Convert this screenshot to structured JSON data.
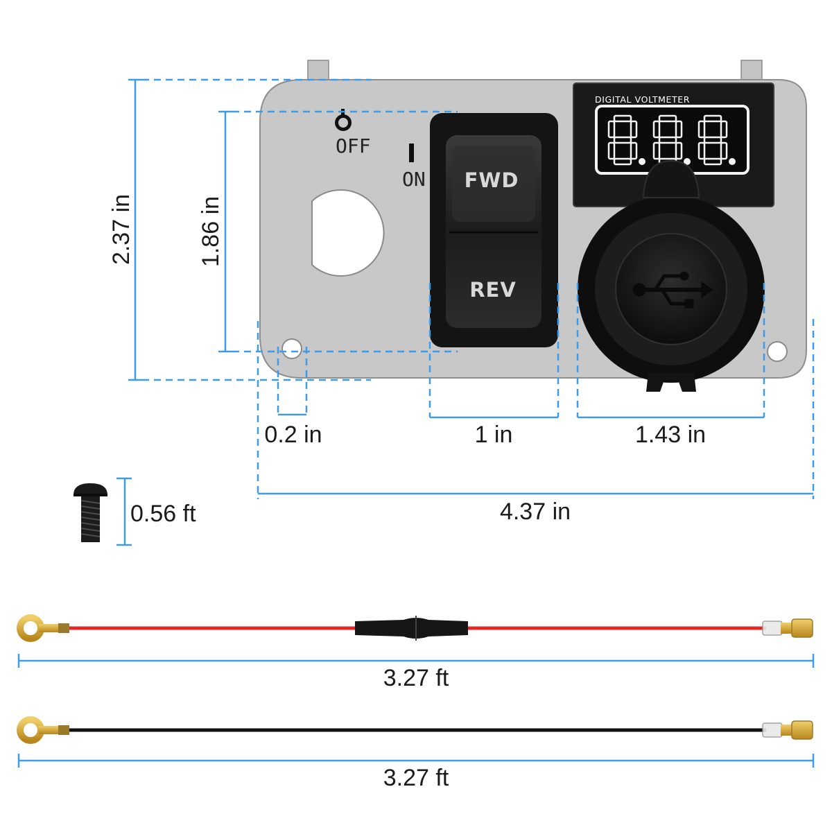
{
  "switch_labels": {
    "off": "OFF",
    "on": "ON",
    "rocker_top": "FWD",
    "rocker_bottom": "REV"
  },
  "voltmeter": {
    "label": "DIGITAL VOLTMETER",
    "display": "8.8.8."
  },
  "dimensions": {
    "panel_height": "2.37 in",
    "switch_height": "1.86 in",
    "hole_diameter": "0.2 in",
    "switch_width": "1 in",
    "socket_width": "1.43 in",
    "panel_width": "4.37 in",
    "screw_length": "0.56 ft",
    "red_wire_length": "3.27 ft",
    "black_wire_length": "3.27 ft"
  },
  "colors": {
    "dimension_line": "#3d9be9",
    "panel": "#c8c8c8",
    "red_wire": "#e02a2a",
    "black_wire": "#111111",
    "brass": "#d4a52a"
  },
  "icons": [
    "usb-icon",
    "screw-icon",
    "ring-terminal-icon",
    "spade-terminal-icon",
    "fuse-holder-icon"
  ]
}
